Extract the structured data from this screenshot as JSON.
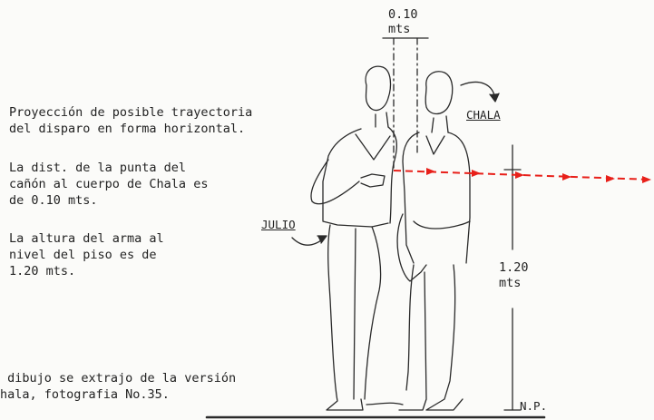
{
  "texts": {
    "projection": "Proyección de posible trayectoria\ndel disparo en forma horizontal.",
    "distance": "La dist. de la punta del\ncañón al cuerpo de Chala es\nde 0.10 mts.",
    "height": "La altura del arma al\nnivel del piso es de\n1.20 mts.",
    "source": " dibujo se extrajo de la versión\nhala, fotografia No.35."
  },
  "labels": {
    "gap_measure": "0.10\nmts",
    "chala": "CHALA",
    "julio": "JULIO",
    "height_measure": "1.20\nmts",
    "floor_level": "N.P."
  },
  "colors": {
    "trajectory": "#e8201a",
    "ink": "#2a2a2a"
  },
  "icons": {
    "trajectory_arrowheads": "triangle-right-icon",
    "label_pointers": "curved-arrow-icon"
  }
}
